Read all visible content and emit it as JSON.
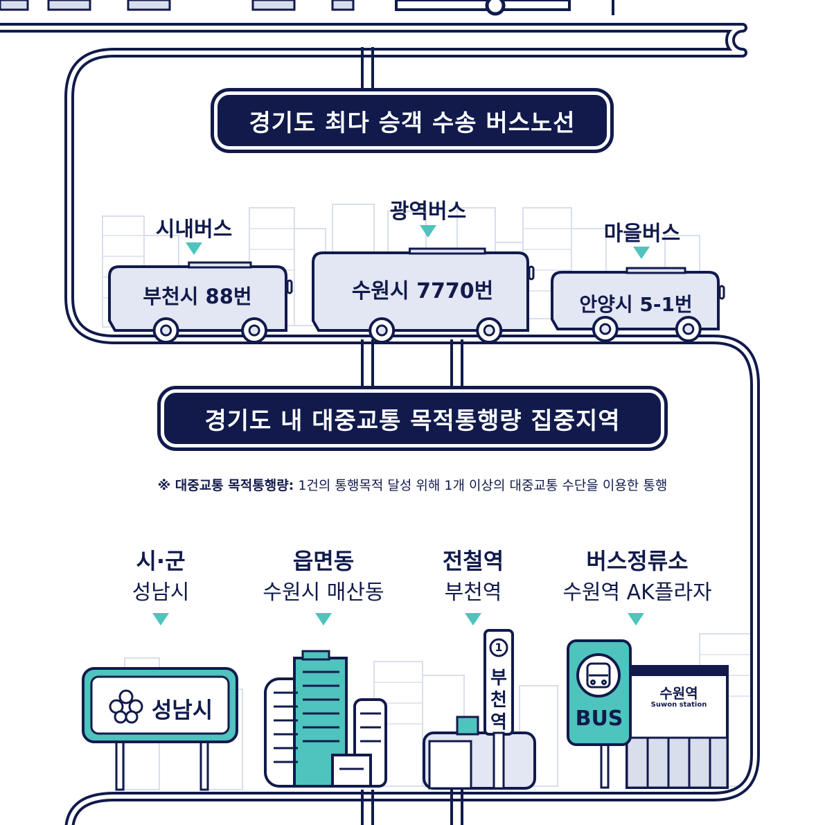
{
  "colors": {
    "navy": "#111a4b",
    "teal": "#4fc3bd",
    "bus_fill": "#e3e6f3",
    "building_line": "#d9deec"
  },
  "sections": {
    "bus_title": "경기도 최다 승객 수송 버스노선",
    "transit_title": "경기도 내 대중교통 목적통행량 집중지역"
  },
  "buses": [
    {
      "type": "시내버스",
      "route": "부천시 88번"
    },
    {
      "type": "광역버스",
      "route": "수원시 7770번"
    },
    {
      "type": "마을버스",
      "route": "안양시 5-1번"
    }
  ],
  "note": {
    "label": "※ 대중교통 목적통행량:",
    "text": "1건의 통행목적 달성 위해 1개 이상의 대중교통 수단을 이용한 통행"
  },
  "areas": [
    {
      "category": "시·군",
      "value": "성남시"
    },
    {
      "category": "읍면동",
      "value": "수원시 매산동"
    },
    {
      "category": "전철역",
      "value": "부천역"
    },
    {
      "category": "버스정류소",
      "value": "수원역 AK플라자"
    }
  ],
  "signs": {
    "seongnam": "성남시",
    "station_line": "1",
    "station_name": [
      "부",
      "천",
      "역"
    ],
    "bus_sign": "BUS",
    "suwon_station": "수원역",
    "suwon_station_en": "Suwon station"
  }
}
